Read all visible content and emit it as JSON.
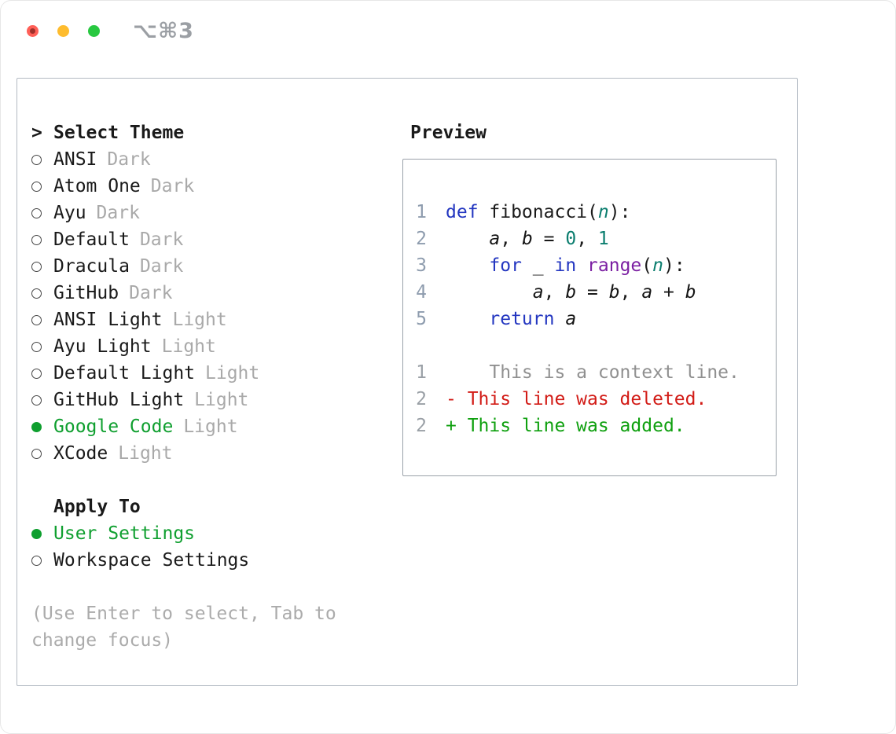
{
  "window": {
    "title": "⌥⌘3"
  },
  "palette": {
    "title-gray": "#9b9fa4",
    "tl-red": "#ff5f57",
    "tl-yellow": "#febc2e",
    "tl-green": "#28c840",
    "border-outer": "#b3bac3",
    "border-inner": "#9aa1a9",
    "text-black": "#1a1a1a",
    "variant-gray": "#a9a9a9",
    "hint-gray": "#ababab",
    "ui-green": "#0f9f2f",
    "kw-blue": "#2336c0",
    "fn-purple": "#7b1fa2",
    "lit-teal": "#0a7d6e",
    "lnum-code": "#8e9cae",
    "lnum-diff": "#9aa0a6",
    "context-gray": "#909090",
    "deleted-red": "#d21b16",
    "added-green": "#0fa00f"
  },
  "theme_selector": {
    "caret": ">",
    "title": "Select Theme",
    "items": [
      {
        "name": "ANSI",
        "variant": "Dark",
        "selected": false
      },
      {
        "name": "Atom One",
        "variant": "Dark",
        "selected": false
      },
      {
        "name": "Ayu",
        "variant": "Dark",
        "selected": false
      },
      {
        "name": "Default",
        "variant": "Dark",
        "selected": false
      },
      {
        "name": "Dracula",
        "variant": "Dark",
        "selected": false
      },
      {
        "name": "GitHub",
        "variant": "Dark",
        "selected": false
      },
      {
        "name": "ANSI Light",
        "variant": "Light",
        "selected": false
      },
      {
        "name": "Ayu Light",
        "variant": "Light",
        "selected": false
      },
      {
        "name": "Default Light",
        "variant": "Light",
        "selected": false
      },
      {
        "name": "GitHub Light",
        "variant": "Light",
        "selected": false
      },
      {
        "name": "Google Code",
        "variant": "Light",
        "selected": true
      },
      {
        "name": "XCode",
        "variant": "Light",
        "selected": false
      }
    ]
  },
  "apply_to": {
    "header": "Apply To",
    "options": [
      {
        "label": "User Settings",
        "selected": true
      },
      {
        "label": "Workspace Settings",
        "selected": false
      }
    ]
  },
  "hint": "(Use Enter to select, Tab to change focus)",
  "preview": {
    "header": "Preview",
    "code_lines": [
      {
        "num": "1",
        "tokens": [
          [
            "kw",
            "def"
          ],
          [
            "pl",
            " fibonacci("
          ],
          [
            "arg",
            "n"
          ],
          [
            "pl",
            "):"
          ]
        ]
      },
      {
        "num": "2",
        "tokens": [
          [
            "pl",
            "    "
          ],
          [
            "var",
            "a"
          ],
          [
            "pl",
            ", "
          ],
          [
            "var",
            "b"
          ],
          [
            "pl",
            " = "
          ],
          [
            "num",
            "0"
          ],
          [
            "pl",
            ", "
          ],
          [
            "num",
            "1"
          ]
        ]
      },
      {
        "num": "3",
        "tokens": [
          [
            "pl",
            "    "
          ],
          [
            "kw",
            "for"
          ],
          [
            "pl",
            " _ "
          ],
          [
            "kw",
            "in"
          ],
          [
            "pl",
            " "
          ],
          [
            "fn",
            "range"
          ],
          [
            "pl",
            "("
          ],
          [
            "arg",
            "n"
          ],
          [
            "pl",
            "):"
          ]
        ]
      },
      {
        "num": "4",
        "tokens": [
          [
            "pl",
            "        "
          ],
          [
            "var",
            "a"
          ],
          [
            "pl",
            ", "
          ],
          [
            "var",
            "b"
          ],
          [
            "pl",
            " = "
          ],
          [
            "var",
            "b"
          ],
          [
            "pl",
            ", "
          ],
          [
            "var",
            "a"
          ],
          [
            "pl",
            " + "
          ],
          [
            "var",
            "b"
          ]
        ]
      },
      {
        "num": "5",
        "tokens": [
          [
            "pl",
            "    "
          ],
          [
            "kw",
            "return"
          ],
          [
            "pl",
            " "
          ],
          [
            "var",
            "a"
          ]
        ]
      }
    ],
    "diff_lines": [
      {
        "num": "1",
        "type": "context",
        "text": "    This is a context line."
      },
      {
        "num": "2",
        "type": "deleted",
        "text": "- This line was deleted."
      },
      {
        "num": "2",
        "type": "added",
        "text": "+ This line was added."
      }
    ]
  }
}
